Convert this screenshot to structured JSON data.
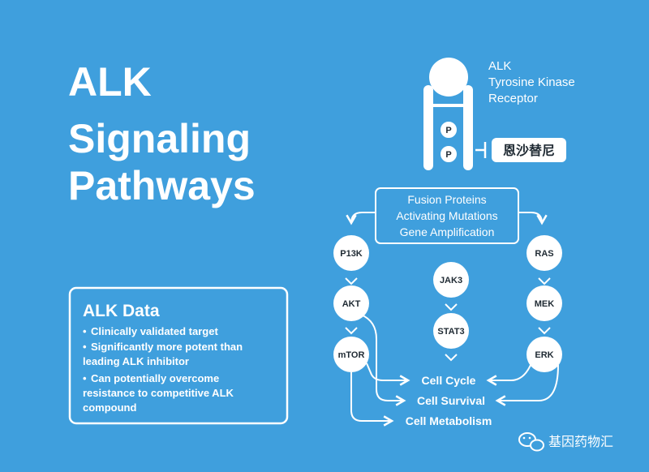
{
  "title": {
    "line1": "ALK",
    "line2": "Signaling",
    "line3": "Pathways"
  },
  "receptor": {
    "label_line1": "ALK",
    "label_line2": "Tyrosine Kinase",
    "label_line3": "Receptor",
    "p1": "P",
    "p2": "P",
    "inhibitor": "恩沙替尼"
  },
  "mechanisms": {
    "line1": "Fusion Proteins",
    "line2": "Activating Mutations",
    "line3": "Gene Amplification"
  },
  "nodes": {
    "p13k": "P13K",
    "akt": "AKT",
    "mtor": "mTOR",
    "jak3": "JAK3",
    "stat3": "STAT3",
    "ras": "RAS",
    "mek": "MEK",
    "erk": "ERK"
  },
  "outcomes": {
    "cycle": "Cell Cycle",
    "survival": "Cell Survival",
    "metabolism": "Cell Metabolism"
  },
  "alk_data": {
    "heading": "ALK Data",
    "b1": "Clinically validated target",
    "b2_l1": "Significantly more potent than",
    "b2_l2": "leading ALK inhibitor",
    "b3_l1": "Can potentially overcome",
    "b3_l2": "resistance to competitive ALK",
    "b3_l3": "compound",
    "bullet": "•"
  },
  "watermark": {
    "text": "基因药物汇",
    "icon": "wechat-icon"
  },
  "colors": {
    "background": "#3f9fdd",
    "foreground": "#ffffff",
    "dark_text": "#1f2a33"
  }
}
